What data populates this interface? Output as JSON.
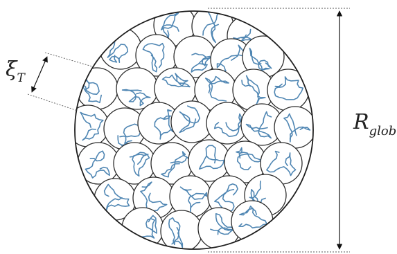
{
  "labels": {
    "blob_size": "ξ",
    "blob_size_sub": "T",
    "globule_radius": "R",
    "globule_radius_sub": "glob"
  },
  "colors": {
    "chain": "#4f86b3",
    "outline": "#1e1e1e",
    "blob_fill": "#ffffff"
  }
}
